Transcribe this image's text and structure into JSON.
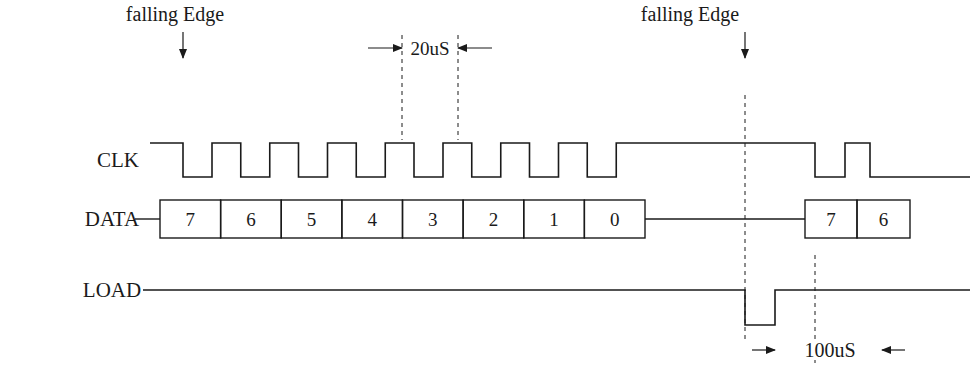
{
  "diagram": {
    "labels": [
      "falling Edge",
      "falling Edge",
      "20uS",
      "CLK",
      "DATA",
      "LOAD",
      "7",
      "6",
      "5",
      "4",
      "3",
      "2",
      "1",
      "0",
      "7",
      "6",
      "100uS"
    ]
  }
}
